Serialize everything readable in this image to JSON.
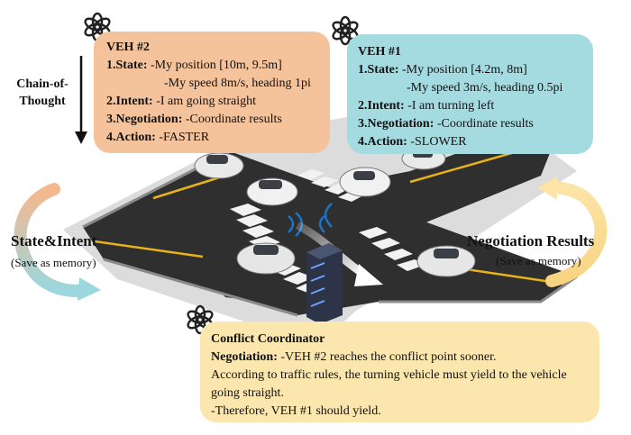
{
  "chain_of_thought": "Chain-of-Thought",
  "veh2": {
    "title": "VEH #2",
    "state_label": "1.State:",
    "state_line1": " -My position [10m, 9.5m]",
    "state_line2": "-My speed 8m/s, heading 1pi",
    "intent_label": "2.Intent:",
    "intent_value": " -I am going straight",
    "negotiation_label": "3.Negotiation:",
    "negotiation_value": " -Coordinate results",
    "action_label": "4.Action:",
    "action_value": " -FASTER"
  },
  "veh1": {
    "title": "VEH #1",
    "state_label": "1.State:",
    "state_line1": " -My position [4.2m, 8m]",
    "state_line2": "-My speed 3m/s, heading 0.5pi",
    "intent_label": "2.Intent:",
    "intent_value": " -I am turning left",
    "negotiation_label": "3.Negotiation:",
    "negotiation_value": " -Coordinate results",
    "action_label": "4.Action:",
    "action_value": " -SLOWER"
  },
  "left_panel": {
    "title": "State&Intent",
    "subtitle": "(Save as memory)"
  },
  "right_panel": {
    "title": "Negotiation Results",
    "subtitle": "(Save as memory)"
  },
  "coordinator": {
    "title": "Conflict Coordinator",
    "negotiation_label": "Negotiation:",
    "line1": " -VEH #2 reaches the conflict point sooner.",
    "line2": "According to traffic rules, the turning vehicle must yield to the vehicle going straight.",
    "line3": "-Therefore, VEH #1 should yield."
  },
  "colors": {
    "veh2_bubble": "#f4c39b",
    "veh1_bubble": "#a4dbe1",
    "coordinator_bubble": "#fbe6ad",
    "road": "#2d2d2d",
    "lane_marking": "#e8b21a",
    "sidewalk": "#e3e3e3"
  },
  "icons": [
    "openai-logo-icon",
    "car-icon",
    "server-rack-icon",
    "chain-of-thought-arrow-icon",
    "recycle-arrow-icon",
    "turn-arrow-icon"
  ]
}
